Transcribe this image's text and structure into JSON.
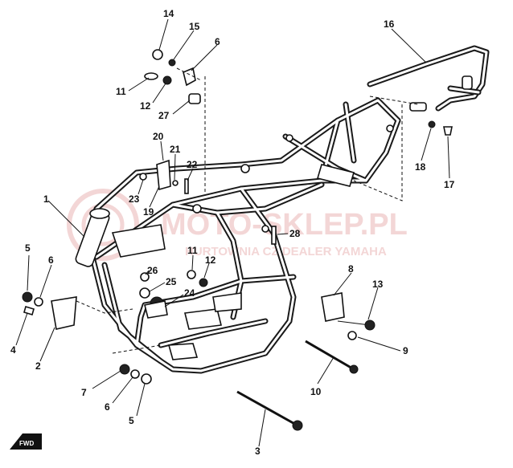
{
  "watermark": {
    "main": "MOTO-SKLEP.PL",
    "sub": "HURTOWNIA CZ DEALER YAMAHA",
    "color": "#f3d6d6"
  },
  "callouts": {
    "c1": "1",
    "c2": "2",
    "c3": "3",
    "c4": "4",
    "c5a": "5",
    "c5b": "5",
    "c6a": "6",
    "c6b": "6",
    "c6c": "6",
    "c7": "7",
    "c8": "8",
    "c9": "9",
    "c10": "10",
    "c11a": "11",
    "c11b": "11",
    "c12a": "12",
    "c12b": "12",
    "c13": "13",
    "c14": "14",
    "c15": "15",
    "c16": "16",
    "c17": "17",
    "c18": "18",
    "c19": "19",
    "c20": "20",
    "c21": "21",
    "c22": "22",
    "c23": "23",
    "c24": "24",
    "c25": "25",
    "c26": "26",
    "c27": "27",
    "c28": "28"
  },
  "corner_mark": "FWD"
}
